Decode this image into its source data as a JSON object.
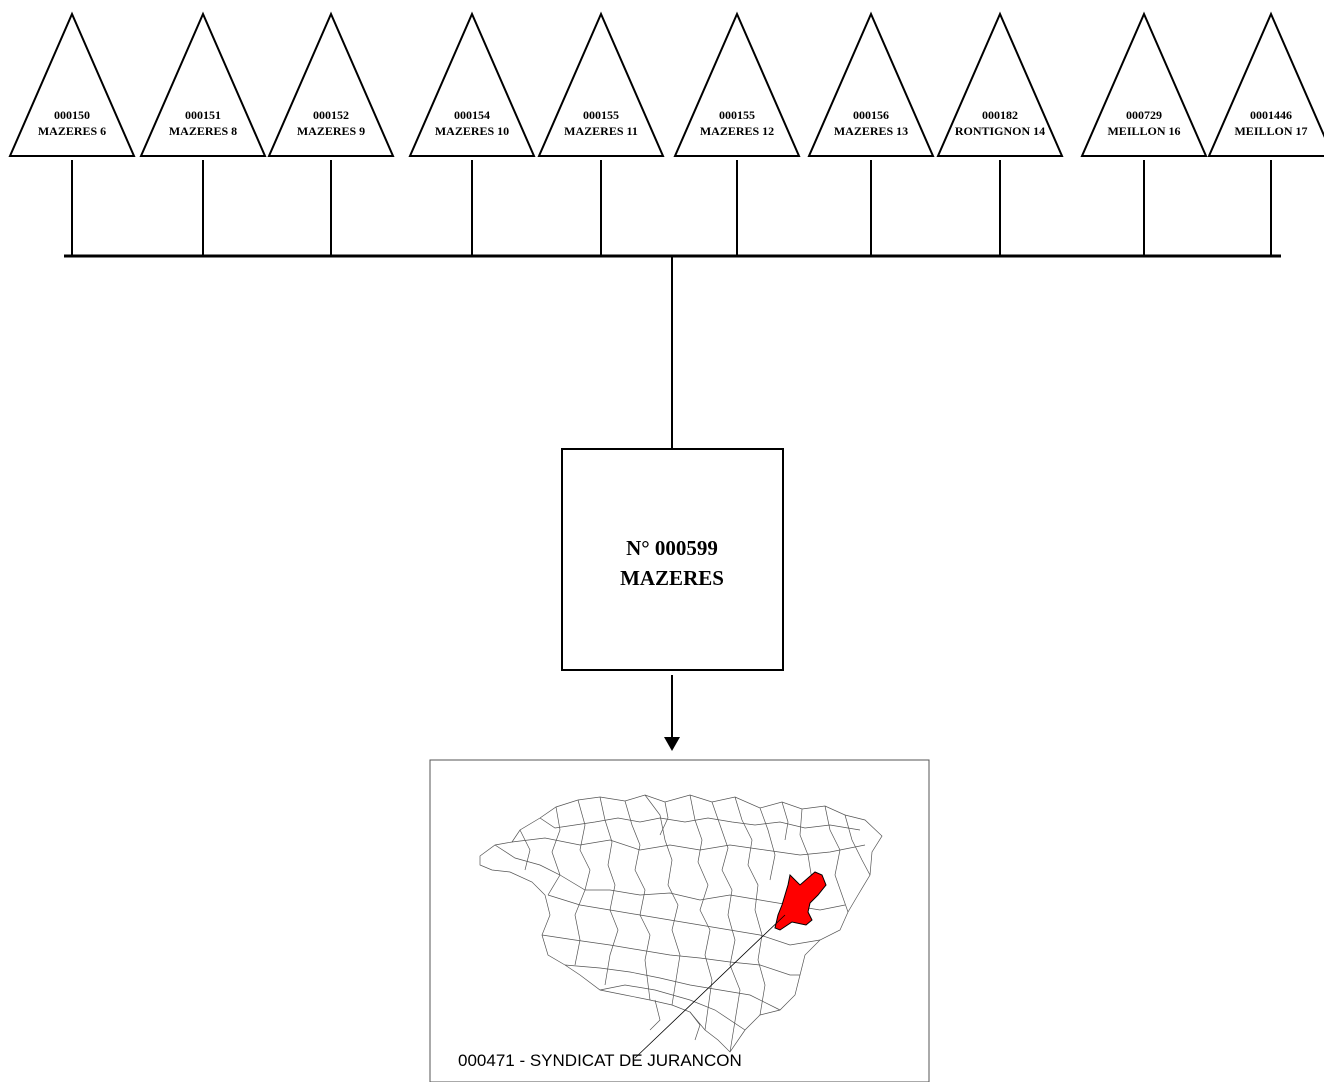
{
  "sources": [
    {
      "code": "000150",
      "name": "MAZERES 6"
    },
    {
      "code": "000151",
      "name": "MAZERES 8"
    },
    {
      "code": "000152",
      "name": "MAZERES 9"
    },
    {
      "code": "000154",
      "name": "MAZERES 10"
    },
    {
      "code": "000155",
      "name": "MAZERES 11"
    },
    {
      "code": "000155",
      "name": "MAZERES 12"
    },
    {
      "code": "000156",
      "name": "MAZERES 13"
    },
    {
      "code": "000182",
      "name": "RONTIGNON 14"
    },
    {
      "code": "000729",
      "name": "MEILLON 16"
    },
    {
      "code": "0001446",
      "name": "MEILLON 17"
    }
  ],
  "station": {
    "number": "N° 000599",
    "name": "MAZERES"
  },
  "map": {
    "caption": "000471 - SYNDICAT DE JURANCON",
    "highlight_color": "#ff0000"
  }
}
